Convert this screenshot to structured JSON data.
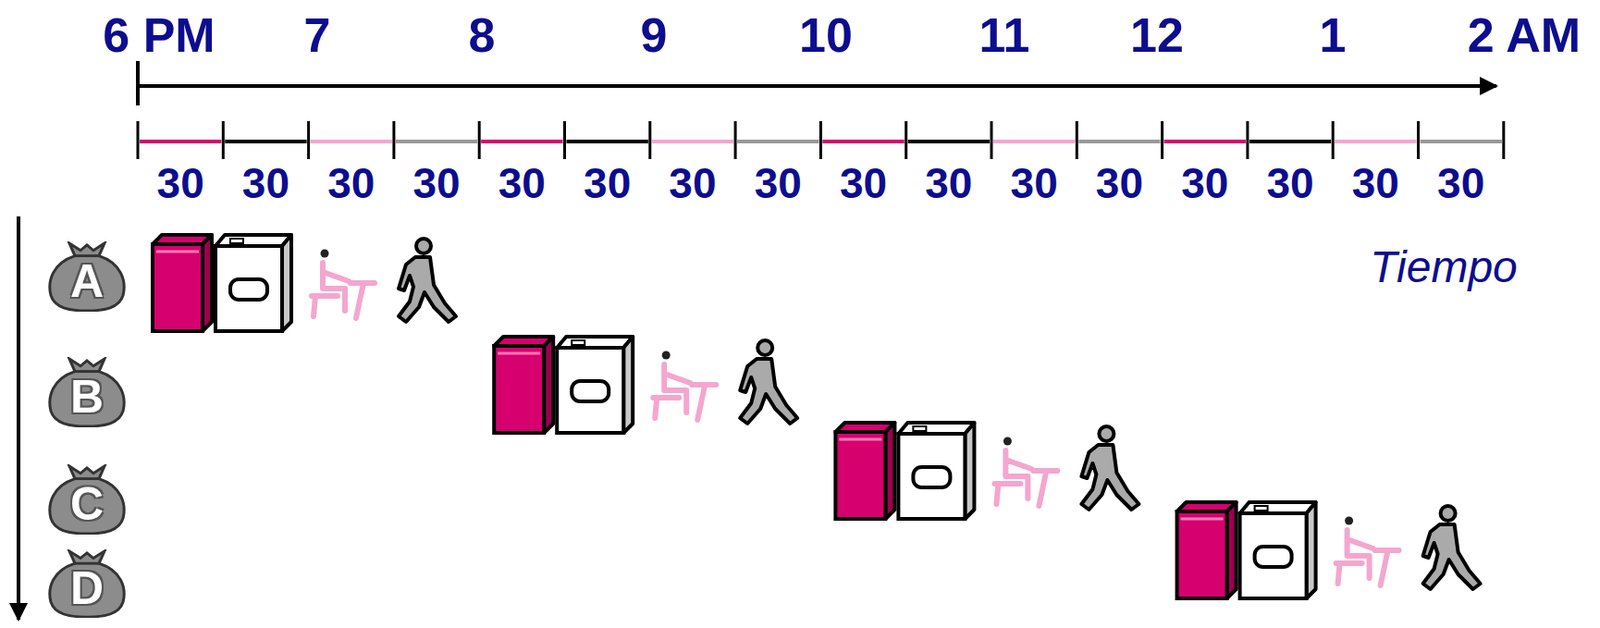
{
  "diagram": {
    "nodes": [
      {
        "text": [
          "A"
        ]
      },
      {
        "text": [
          "B"
        ]
      },
      {
        "text": [
          "C"
        ]
      },
      {
        "text": [
          "D"
        ]
      }
    ],
    "labels": [
      "6 PM",
      "7",
      "8",
      "9",
      "10",
      "11",
      "12",
      "1",
      "2 AM",
      "30",
      "30",
      "30",
      "30",
      "30",
      "30",
      "30",
      "30",
      "30",
      "30",
      "30",
      "30",
      "30",
      "30",
      "30",
      "30",
      "Tiempo"
    ]
  }
}
